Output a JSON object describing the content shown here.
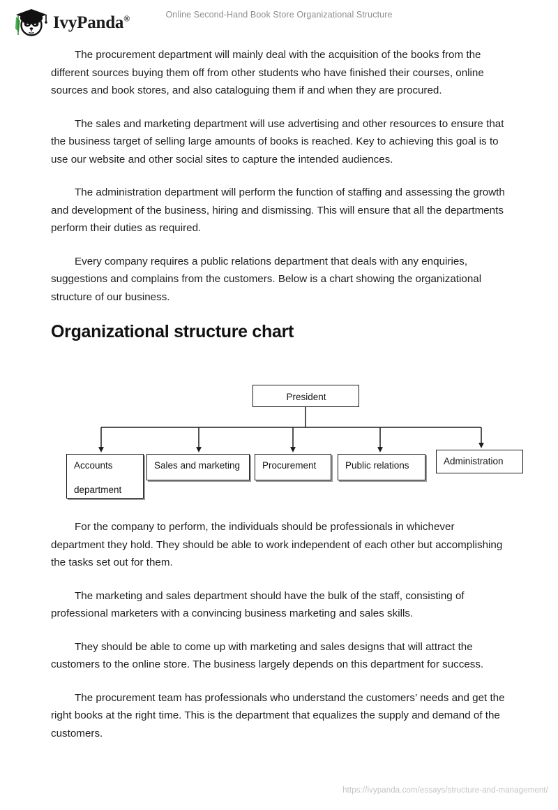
{
  "header": {
    "brand_name": "IvyPanda",
    "brand_mark": "®",
    "logo_icon": "panda-graduate-logo-icon",
    "document_title": "Online Second-Hand Book Store Organizational Structure"
  },
  "body": {
    "paragraphs": [
      "The procurement department will mainly deal with the acquisition of the books from the different sources buying them off from other students who have finished their courses, online sources and book stores, and also cataloguing them if and when they are procured.",
      "The sales and marketing department will use advertising and other resources to ensure that the business target of selling large amounts of books is reached. Key to achieving this goal is to use our website and other social sites to capture the intended audiences.",
      "The administration department will perform the function of staffing and assessing the growth and development of the business, hiring and dismissing. This will ensure that all the departments perform their duties as required.",
      "Every company requires a public relations department that deals with any enquiries, suggestions and complains from the customers. Below is a chart showing the organizational structure of our business."
    ],
    "section_title": "Organizational structure chart",
    "paragraphs_after_chart": [
      "For the company to perform, the individuals should be professionals in whichever department they hold. They should be able to work independent of each other but accomplishing the tasks set out for them.",
      "The marketing and sales department should have the bulk of the staff, consisting of professional marketers with a convincing business marketing and sales skills.",
      "They should be able to come up with marketing and sales designs that will attract the customers to the online store. The business largely depends on this department for success.",
      "The procurement team has professionals who understand the customers’ needs and get the right books at the right time. This is the department that equalizes the supply and demand of the customers."
    ]
  },
  "chart_data": {
    "type": "diagram",
    "title": "Organizational structure chart",
    "root": "President",
    "nodes": [
      {
        "id": "president",
        "label": "President",
        "level": 0
      },
      {
        "id": "accounts",
        "label_line1": "Accounts",
        "label_line2": "department",
        "label": "Accounts department",
        "level": 1
      },
      {
        "id": "sales",
        "label": "Sales and marketing",
        "level": 1
      },
      {
        "id": "procurement",
        "label": "Procurement",
        "level": 1
      },
      {
        "id": "public-relations",
        "label": "Public relations",
        "level": 1
      },
      {
        "id": "administration",
        "label": "Administration",
        "level": 1
      }
    ],
    "edges": [
      {
        "from": "president",
        "to": "accounts"
      },
      {
        "from": "president",
        "to": "sales"
      },
      {
        "from": "president",
        "to": "procurement"
      },
      {
        "from": "president",
        "to": "public-relations"
      },
      {
        "from": "president",
        "to": "administration"
      }
    ],
    "edge_style": "orthogonal-with-arrowheads",
    "box_border_color": "#1a1a1a",
    "box_fill_color": "#ffffff"
  },
  "footer": {
    "source_url": "https://ivypanda.com/essays/structure-and-management/"
  }
}
